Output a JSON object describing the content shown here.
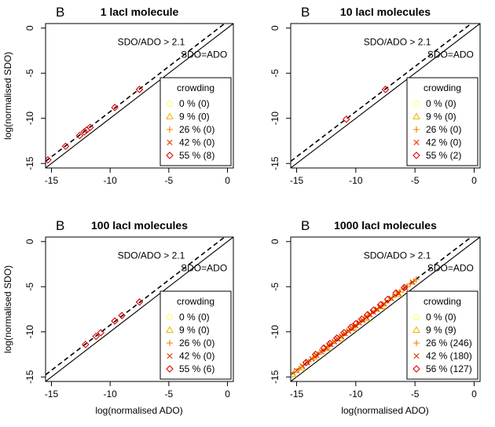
{
  "figure": {
    "shared_xlabel": "log(normalised ADO)",
    "shared_ylabel": "log(normalised SDO)"
  },
  "chart_data": [
    {
      "type": "scatter",
      "panel_letter": "B",
      "title": "1 lacI molecule",
      "xlabel": "log(normalised ADO)",
      "ylabel": "log(normalised SDO)",
      "xlim": [
        -15.5,
        0.5
      ],
      "ylim": [
        -15.5,
        0.5
      ],
      "xticks": [
        -15,
        -10,
        -5,
        0
      ],
      "yticks": [
        0,
        -5,
        -10,
        -15
      ],
      "grid": false,
      "lines": {
        "solid_label": "SDO=ADO",
        "dashed_label": "SDO/ADO > 2.1",
        "dashed_offset": 0.742
      },
      "legend": {
        "title": "crowding",
        "position": "bottom-right",
        "entries": [
          {
            "label": "0 % (0)",
            "marker": "circle",
            "color": "#ffff66"
          },
          {
            "label": "9 % (0)",
            "marker": "triangle",
            "color": "#f2b800"
          },
          {
            "label": "26 % (0)",
            "marker": "plus",
            "color": "#f08000"
          },
          {
            "label": "42 % (0)",
            "marker": "cross",
            "color": "#e84000"
          },
          {
            "label": "55 % (8)",
            "marker": "diamond",
            "color": "#e00000"
          }
        ]
      },
      "series": [
        {
          "marker": "diamond",
          "color": "#e00000",
          "points": [
            [
              -15.3,
              -14.6
            ],
            [
              -13.8,
              -13.1
            ],
            [
              -12.6,
              -11.9
            ],
            [
              -12.2,
              -11.5
            ],
            [
              -12.0,
              -11.3
            ],
            [
              -11.7,
              -11.0
            ],
            [
              -9.6,
              -8.8
            ],
            [
              -7.5,
              -6.8
            ]
          ]
        }
      ]
    },
    {
      "type": "scatter",
      "panel_letter": "B",
      "title": "10 lacI molecules",
      "xlabel": "log(normalised ADO)",
      "ylabel": "log(normalised SDO)",
      "xlim": [
        -15.5,
        0.5
      ],
      "ylim": [
        -15.5,
        0.5
      ],
      "xticks": [
        -15,
        -10,
        -5,
        0
      ],
      "yticks": [
        0,
        -5,
        -10,
        -15
      ],
      "grid": false,
      "lines": {
        "solid_label": "SDO=ADO",
        "dashed_label": "SDO/ADO > 2.1",
        "dashed_offset": 0.742
      },
      "legend": {
        "title": "crowding",
        "position": "bottom-right",
        "entries": [
          {
            "label": "0 % (0)",
            "marker": "circle",
            "color": "#ffff66"
          },
          {
            "label": "9 % (0)",
            "marker": "triangle",
            "color": "#f2b800"
          },
          {
            "label": "26 % (0)",
            "marker": "plus",
            "color": "#f08000"
          },
          {
            "label": "42 % (0)",
            "marker": "cross",
            "color": "#e84000"
          },
          {
            "label": "55 % (2)",
            "marker": "diamond",
            "color": "#e00000"
          }
        ]
      },
      "series": [
        {
          "marker": "diamond",
          "color": "#e00000",
          "points": [
            [
              -10.8,
              -10.1
            ],
            [
              -7.5,
              -6.8
            ]
          ]
        }
      ]
    },
    {
      "type": "scatter",
      "panel_letter": "B",
      "title": "100 lacI molecules",
      "xlabel": "log(normalised ADO)",
      "ylabel": "log(normalised SDO)",
      "xlim": [
        -15.5,
        0.5
      ],
      "ylim": [
        -15.5,
        0.5
      ],
      "xticks": [
        -15,
        -10,
        -5,
        0
      ],
      "yticks": [
        0,
        -5,
        -10,
        -15
      ],
      "grid": false,
      "lines": {
        "solid_label": "SDO=ADO",
        "dashed_label": "SDO/ADO > 2.1",
        "dashed_offset": 0.742
      },
      "legend": {
        "title": "crowding",
        "position": "bottom-right",
        "entries": [
          {
            "label": "0 % (0)",
            "marker": "circle",
            "color": "#ffff66"
          },
          {
            "label": "9 % (0)",
            "marker": "triangle",
            "color": "#f2b800"
          },
          {
            "label": "26 % (0)",
            "marker": "plus",
            "color": "#f08000"
          },
          {
            "label": "42 % (0)",
            "marker": "cross",
            "color": "#e84000"
          },
          {
            "label": "55 % (6)",
            "marker": "diamond",
            "color": "#e00000"
          }
        ]
      },
      "series": [
        {
          "marker": "diamond",
          "color": "#e00000",
          "points": [
            [
              -12.1,
              -11.4
            ],
            [
              -11.2,
              -10.5
            ],
            [
              -10.8,
              -10.1
            ],
            [
              -9.6,
              -8.8
            ],
            [
              -9.0,
              -8.2
            ],
            [
              -7.5,
              -6.7
            ]
          ]
        }
      ]
    },
    {
      "type": "scatter",
      "panel_letter": "B",
      "title": "1000 lacI molecules",
      "xlabel": "log(normalised ADO)",
      "ylabel": "log(normalised SDO)",
      "xlim": [
        -15.5,
        0.5
      ],
      "ylim": [
        -15.5,
        0.5
      ],
      "xticks": [
        -15,
        -10,
        -5,
        0
      ],
      "yticks": [
        0,
        -5,
        -10,
        -15
      ],
      "grid": false,
      "lines": {
        "solid_label": "SDO=ADO",
        "dashed_label": "SDO/ADO > 2.1",
        "dashed_offset": 0.742
      },
      "legend": {
        "title": "crowding",
        "position": "bottom-right",
        "entries": [
          {
            "label": "0 % (0)",
            "marker": "circle",
            "color": "#ffff66"
          },
          {
            "label": "9 % (9)",
            "marker": "triangle",
            "color": "#f2b800"
          },
          {
            "label": "26 % (246)",
            "marker": "plus",
            "color": "#f08000"
          },
          {
            "label": "42 % (180)",
            "marker": "cross",
            "color": "#e84000"
          },
          {
            "label": "56 % (127)",
            "marker": "diamond",
            "color": "#e00000"
          }
        ]
      },
      "series": [
        {
          "marker": "triangle",
          "color": "#f2b800",
          "points": [
            [
              -15.3,
              -14.7
            ],
            [
              -14.6,
              -14.0
            ],
            [
              -13.5,
              -12.8
            ],
            [
              -12.4,
              -11.8
            ],
            [
              -11.3,
              -10.7
            ],
            [
              -10.2,
              -9.6
            ],
            [
              -9.1,
              -8.5
            ],
            [
              -7.8,
              -7.2
            ],
            [
              -6.4,
              -5.8
            ]
          ]
        },
        {
          "marker": "plus",
          "color": "#f08000",
          "points": [
            [
              -15.2,
              -14.5
            ],
            [
              -14.8,
              -14.1
            ],
            [
              -14.4,
              -13.7
            ],
            [
              -14.0,
              -13.3
            ],
            [
              -13.6,
              -12.9
            ],
            [
              -13.2,
              -12.5
            ],
            [
              -12.9,
              -12.2
            ],
            [
              -12.6,
              -11.9
            ],
            [
              -12.3,
              -11.6
            ],
            [
              -12.0,
              -11.3
            ],
            [
              -11.7,
              -11.0
            ],
            [
              -11.4,
              -10.7
            ],
            [
              -11.1,
              -10.4
            ],
            [
              -10.8,
              -10.1
            ],
            [
              -10.5,
              -9.8
            ],
            [
              -10.2,
              -9.5
            ],
            [
              -9.9,
              -9.2
            ],
            [
              -9.6,
              -8.9
            ],
            [
              -9.3,
              -8.6
            ],
            [
              -9.0,
              -8.3
            ],
            [
              -8.7,
              -8.0
            ],
            [
              -8.4,
              -7.7
            ],
            [
              -8.1,
              -7.4
            ],
            [
              -7.8,
              -7.1
            ],
            [
              -7.5,
              -6.8
            ],
            [
              -7.2,
              -6.5
            ],
            [
              -6.9,
              -6.2
            ],
            [
              -6.6,
              -5.9
            ],
            [
              -6.3,
              -5.6
            ],
            [
              -6.0,
              -5.3
            ],
            [
              -5.7,
              -5.0
            ],
            [
              -5.4,
              -4.7
            ],
            [
              -5.1,
              -4.4
            ],
            [
              -4.9,
              -4.2
            ]
          ]
        },
        {
          "marker": "cross",
          "color": "#e84000",
          "points": [
            [
              -15.0,
              -14.3
            ],
            [
              -14.5,
              -13.8
            ],
            [
              -14.1,
              -13.4
            ],
            [
              -13.7,
              -13.0
            ],
            [
              -13.3,
              -12.6
            ],
            [
              -12.9,
              -12.2
            ],
            [
              -12.5,
              -11.8
            ],
            [
              -12.1,
              -11.4
            ],
            [
              -11.8,
              -11.1
            ],
            [
              -11.5,
              -10.8
            ],
            [
              -11.2,
              -10.5
            ],
            [
              -10.9,
              -10.2
            ],
            [
              -10.6,
              -9.9
            ],
            [
              -10.3,
              -9.6
            ],
            [
              -10.0,
              -9.3
            ],
            [
              -9.7,
              -9.0
            ],
            [
              -9.4,
              -8.7
            ],
            [
              -9.1,
              -8.4
            ],
            [
              -8.8,
              -8.1
            ],
            [
              -8.5,
              -7.8
            ],
            [
              -8.2,
              -7.5
            ],
            [
              -7.9,
              -7.2
            ],
            [
              -7.6,
              -6.9
            ],
            [
              -7.0,
              -6.3
            ],
            [
              -6.4,
              -5.7
            ],
            [
              -5.8,
              -5.1
            ],
            [
              -5.2,
              -4.5
            ]
          ]
        },
        {
          "marker": "diamond",
          "color": "#e00000",
          "points": [
            [
              -14.2,
              -13.4
            ],
            [
              -13.4,
              -12.5
            ],
            [
              -12.7,
              -11.8
            ],
            [
              -12.2,
              -11.3
            ],
            [
              -11.6,
              -10.7
            ],
            [
              -11.0,
              -10.1
            ],
            [
              -10.4,
              -9.5
            ],
            [
              -10.0,
              -9.1
            ],
            [
              -9.5,
              -8.6
            ],
            [
              -9.0,
              -8.1
            ],
            [
              -8.5,
              -7.6
            ],
            [
              -7.9,
              -7.0
            ],
            [
              -7.3,
              -6.4
            ],
            [
              -6.6,
              -5.7
            ],
            [
              -5.9,
              -5.1
            ]
          ]
        }
      ]
    }
  ]
}
